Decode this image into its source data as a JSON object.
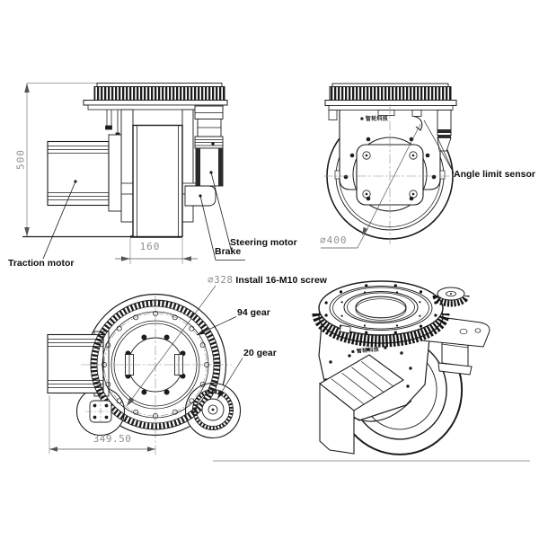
{
  "page": {
    "background": "#ffffff",
    "line_color": "#1c1c1c",
    "dim_color": "#8f8f8f",
    "label_color": "#0d0d0d"
  },
  "views": {
    "side": {
      "dim_height": "500",
      "dim_wheel_width": "160",
      "label_traction_motor": "Traction motor",
      "label_brake": "Brake",
      "label_steering_motor": "Steering motor"
    },
    "front": {
      "label_angle_limit_sensor": "Angle limit sensor",
      "dim_wheel_diameter": "∅400",
      "brand": "■ 智轮科技"
    },
    "top": {
      "dim_bolt_circle": "∅328",
      "label_install_screw": "Install 16-M10 screw",
      "label_gear_94": "94 gear",
      "label_gear_20": "20 gear",
      "dim_length": "349.50"
    },
    "iso": {
      "brand": "■ 智轮科技"
    }
  }
}
